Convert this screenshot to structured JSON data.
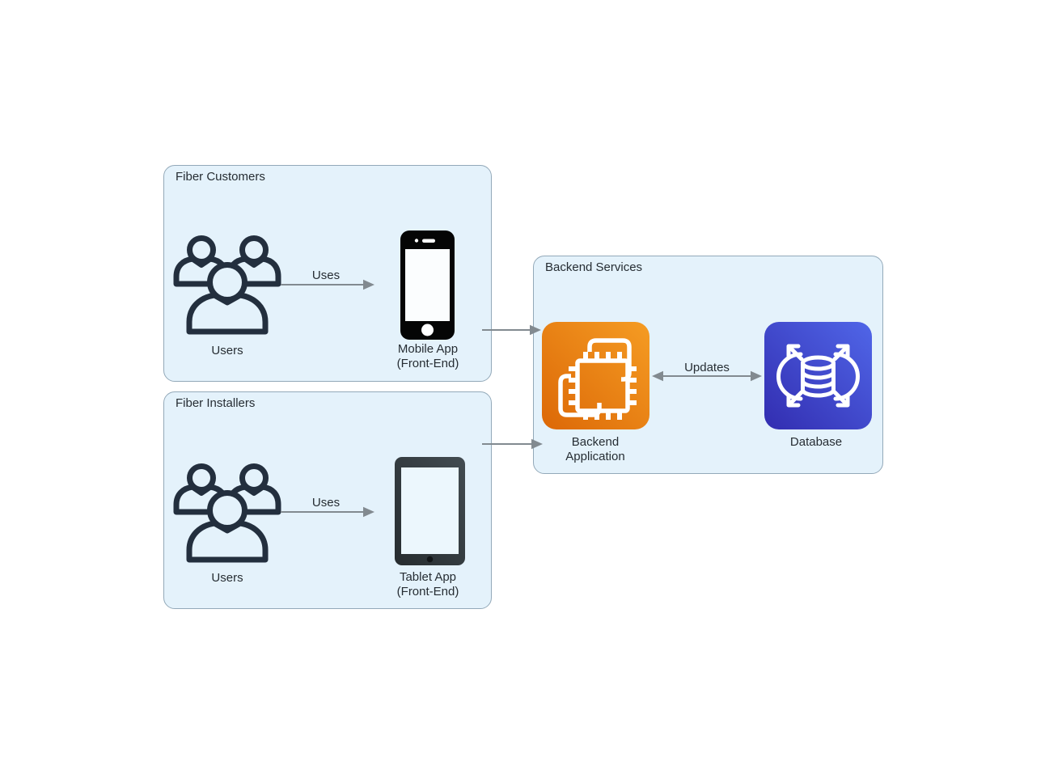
{
  "groups": {
    "fiber_customers": {
      "title": "Fiber Customers"
    },
    "fiber_installers": {
      "title": "Fiber Installers"
    },
    "backend_services": {
      "title": "Backend Services"
    }
  },
  "nodes": {
    "users_customers": {
      "label": "Users",
      "icon": "users-icon"
    },
    "mobile_app": {
      "lines": [
        "Mobile App",
        "(Front-End)"
      ],
      "icon": "mobile-phone-icon"
    },
    "users_installers": {
      "label": "Users",
      "icon": "users-icon"
    },
    "tablet_app": {
      "lines": [
        "Tablet App",
        "(Front-End)"
      ],
      "icon": "tablet-icon"
    },
    "backend_application": {
      "lines": [
        "Backend",
        "Application"
      ],
      "icon": "backend-application-chip-icon"
    },
    "database": {
      "label": "Database",
      "icon": "database-icon"
    }
  },
  "edges": {
    "uses_customers": {
      "label": "Uses",
      "direction": "right"
    },
    "uses_installers": {
      "label": "Uses",
      "direction": "right"
    },
    "updates": {
      "label": "Updates",
      "direction": "both"
    },
    "mobile_to_backend": {
      "direction": "right"
    },
    "installers_to_backend": {
      "direction": "right"
    }
  },
  "colors": {
    "group_fill": "#E4F2FB",
    "group_border": "#93A9B9",
    "users_icon": "#232F3E",
    "phone_body": "#050505",
    "tablet_body_dark": "#262C2F",
    "tablet_body_light": "#434C51",
    "tablet_screen": "#ECF7FD",
    "backend_gradient_dark": "#DC6807",
    "backend_gradient_light": "#F59C23",
    "database_gradient_dark": "#322DB0",
    "database_gradient_light": "#5066E8",
    "arrow": "#828A90",
    "text": "#262D33"
  }
}
